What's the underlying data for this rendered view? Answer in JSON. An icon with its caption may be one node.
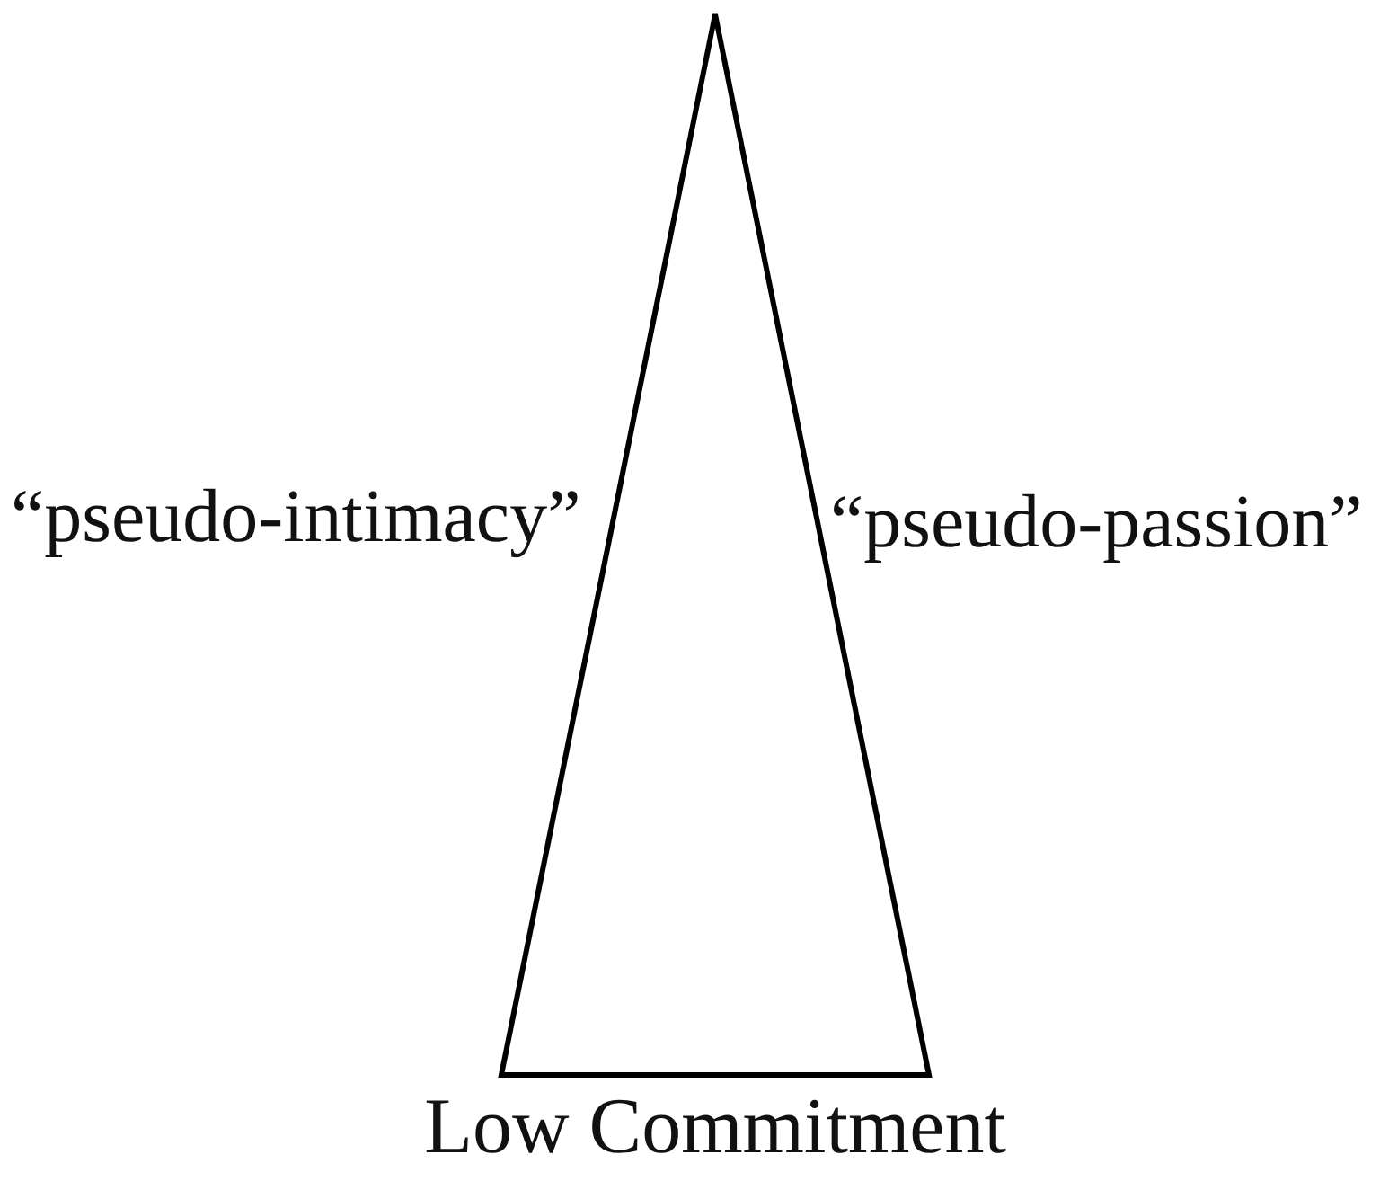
{
  "diagram": {
    "nodes": [
      {
        "text": [
          "Low Commitment"
        ],
        "beside": [
          "“pseudo-intimacy”",
          "“pseudo-passion”"
        ]
      }
    ]
  }
}
